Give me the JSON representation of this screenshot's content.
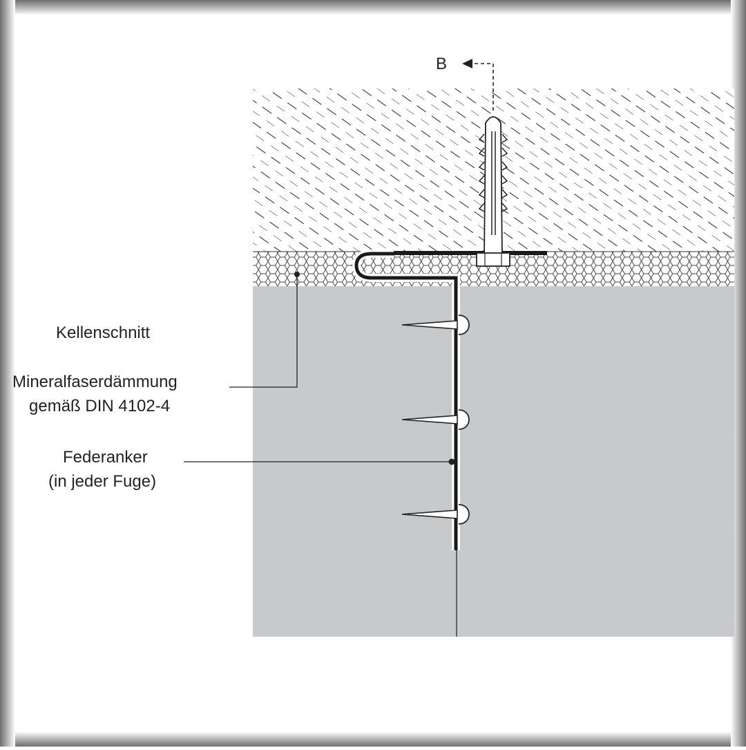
{
  "section_marker": {
    "letter": "B"
  },
  "labels": {
    "kellenschnitt": "Kellenschnitt",
    "insulation_line1": "Mineralfaserdämmung",
    "insulation_line2": "gemäß DIN 4102-4",
    "anchor_line1": "Federanker",
    "anchor_line2": "(in jeder Fuge)"
  },
  "colors": {
    "frame_border": "#8a8a8a",
    "masonry_fill": "#c8c9cb",
    "hatch_line": "#333333",
    "anchor_stroke": "#1a1a1a"
  }
}
